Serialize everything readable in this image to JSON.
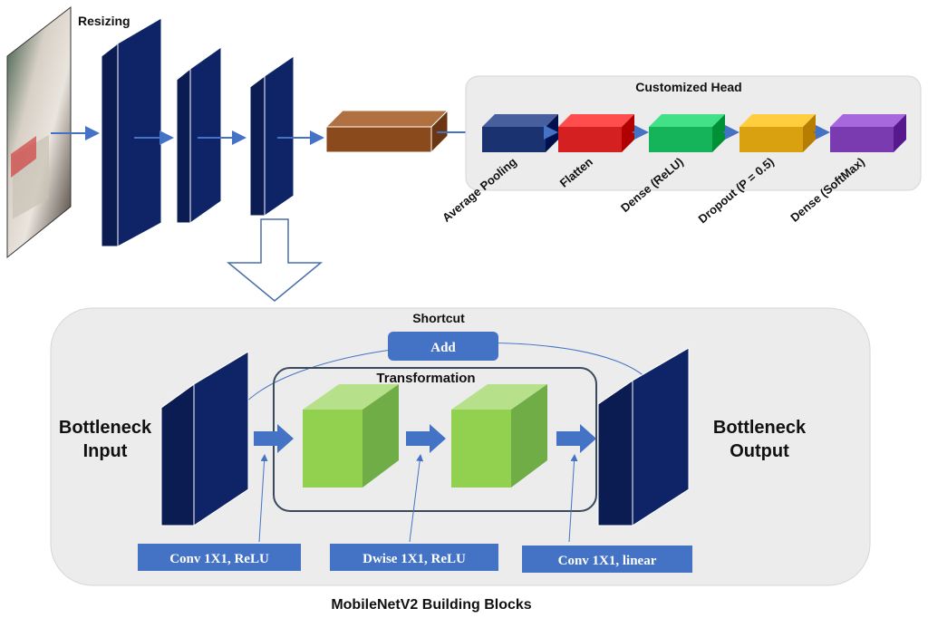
{
  "top": {
    "resizing_label": "Resizing",
    "head_title": "Customized Head",
    "head_layers": [
      {
        "name": "Average Pooling",
        "color": "#1a3370"
      },
      {
        "name": "Flatten",
        "color": "#d42020"
      },
      {
        "name": "Dense (ReLU)",
        "color": "#16b45a"
      },
      {
        "name": "Dropout (P = 0.5)",
        "color": "#d9a010"
      },
      {
        "name": "Dense (SoftMax)",
        "color": "#7a3bb0"
      }
    ]
  },
  "bottom": {
    "shortcut_label": "Shortcut",
    "add_label": "Add",
    "transformation_label": "Transformation",
    "input_label_line1": "Bottleneck",
    "input_label_line2": "Input",
    "output_label_line1": "Bottleneck",
    "output_label_line2": "Output",
    "op_labels": [
      "Conv 1X1, ReLU",
      "Dwise 1X1, ReLU",
      "Conv 1X1, linear"
    ],
    "caption": "MobileNetV2 Building Blocks"
  },
  "colors": {
    "layer_navy": "#0e2466",
    "layer_navy_side": "#1f3a7a",
    "arrow_blue": "#4472c4",
    "label_box": "#4472c4",
    "panel_gray": "#ececec",
    "cube_green": "#92d050",
    "feature_brown": "#8b4a1c"
  }
}
